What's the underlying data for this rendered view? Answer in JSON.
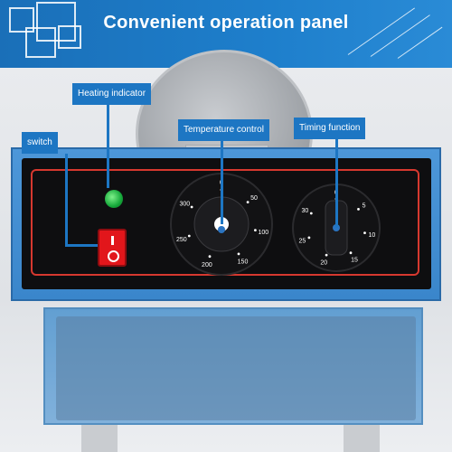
{
  "banner": {
    "title": "Convenient operation panel"
  },
  "labels": {
    "heating_indicator": "Heating indicator",
    "switch": "switch",
    "temperature_control": "Temperature control",
    "timing_function": "Timing function"
  },
  "temperature_dial": {
    "ticks": [
      "0",
      "50",
      "100",
      "150",
      "200",
      "250",
      "300"
    ]
  },
  "timer_dial": {
    "ticks": [
      "0",
      "5",
      "10",
      "15",
      "20",
      "25",
      "30"
    ]
  },
  "colors": {
    "accent": "#1d76c3",
    "panel": "#0e0e10",
    "frame": "#d6382f",
    "switch": "#e2161b",
    "indicator": "#15a83a"
  }
}
